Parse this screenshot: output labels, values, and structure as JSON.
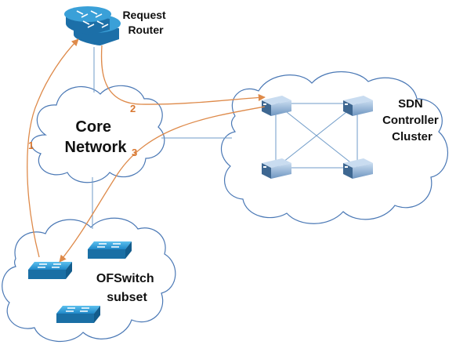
{
  "nodes": {
    "router": {
      "label_lines": [
        "Request",
        "Router"
      ]
    },
    "core": {
      "label_lines": [
        "Core",
        "Network"
      ]
    },
    "sdn": {
      "label_lines": [
        "SDN",
        "Controller",
        "Cluster"
      ]
    },
    "ofswitch": {
      "label_lines": [
        "OFSwitch",
        "subset"
      ]
    }
  },
  "steps": [
    "1",
    "2",
    "3"
  ],
  "colors": {
    "cloud_stroke": "#4a78b5",
    "link": "#6f9bc8",
    "arrow": "#de8a4a",
    "router_top": "#3aa0d8",
    "router_side": "#1c6fa8",
    "switch_top": "#33a2dc",
    "switch_side": "#1a6fa5",
    "server_light": "#9ab8d8",
    "server_dark": "#3e6791",
    "step_number": "#d9772f"
  },
  "icons": [
    "router-icon",
    "server-icon",
    "switch-icon",
    "cloud-icon"
  ]
}
